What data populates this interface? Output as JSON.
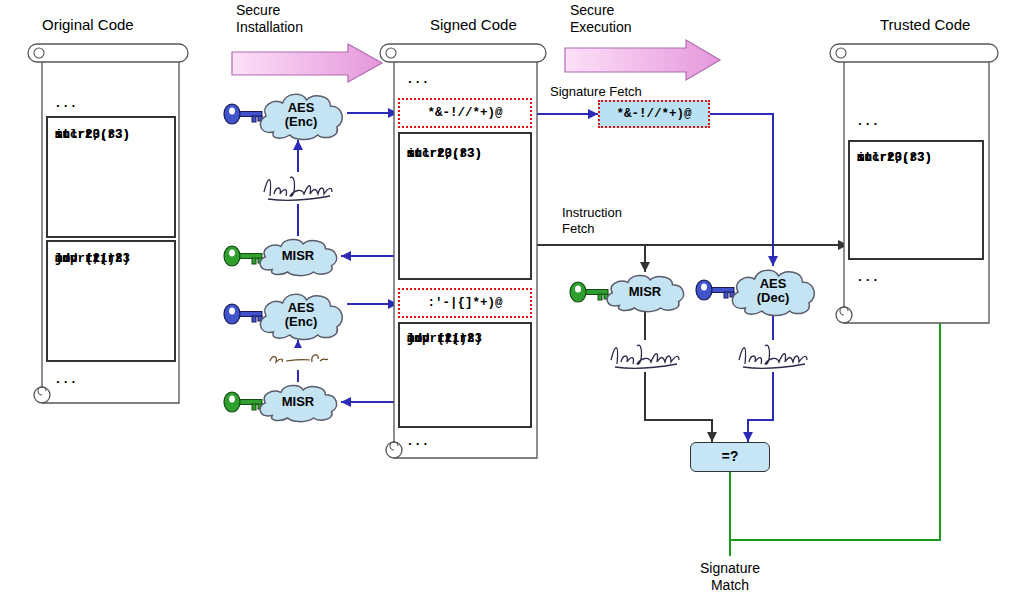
{
  "diagram": {
    "nodes": [
      {
        "text": [
          "Original Code",
          "...",
          "..."
        ]
      },
      {
        "text": [
          "inc r0",
          "st r2,(r3)",
          "mul r3,3",
          "st r2,(r3)"
        ],
        "in": 0
      },
      {
        "text": [
          "ld r1,(r3)",
          "add r1,r2",
          "jmp (r1)",
          "mov r2, r3"
        ],
        "in": 0
      },
      {
        "text": [
          "Signed Code",
          "...",
          "..."
        ]
      },
      {
        "text": [
          "*&-!//*+)@"
        ],
        "in": 3
      },
      {
        "text": [
          "inc r0",
          "st r2,(r3)",
          "mul r3,3",
          "st r2,(r3)"
        ],
        "in": 3
      },
      {
        "text": [
          ":'-|{]*+)@"
        ],
        "in": 3
      },
      {
        "text": [
          "ld r1,(r3)",
          "add r1,r2",
          "jmp (r1)",
          "mov r2, r3"
        ],
        "in": 3
      },
      {
        "text": [
          "Trusted Code",
          "...",
          "..."
        ]
      },
      {
        "text": [
          "inc r0",
          "st r2,(r3)",
          "mul r3,3",
          "st r2,(r3)"
        ],
        "in": 8
      },
      {
        "text": [
          "AES (Enc)"
        ]
      },
      {
        "text": [
          "MISR"
        ]
      },
      {
        "text": [
          "AES (Enc)"
        ]
      },
      {
        "text": [
          "MISR"
        ]
      },
      {
        "text": [
          "*&-!//*+)@"
        ]
      },
      {
        "text": [
          "MISR"
        ]
      },
      {
        "text": [
          "AES (Dec)"
        ]
      },
      {
        "text": [
          "=?"
        ]
      }
    ],
    "edges": [
      {
        "from": 5,
        "to": 11,
        "arrow": "to"
      },
      {
        "from": 11,
        "to": 10,
        "arrow": "to"
      },
      {
        "from": 10,
        "to": 4,
        "arrow": "to"
      },
      {
        "from": 7,
        "to": 13,
        "arrow": "to"
      },
      {
        "from": 13,
        "to": 12,
        "arrow": "to"
      },
      {
        "from": 12,
        "to": 6,
        "arrow": "to"
      },
      {
        "from": 4,
        "to": 14,
        "arrow": "to",
        "label": "Signature Fetch"
      },
      {
        "from": 5,
        "to": 9,
        "arrow": "to",
        "label": "Instruction Fetch"
      },
      {
        "from": 5,
        "to": 15,
        "arrow": "to"
      },
      {
        "from": 14,
        "to": 16,
        "arrow": "to"
      },
      {
        "from": 15,
        "to": 17,
        "arrow": "to"
      },
      {
        "from": 16,
        "to": 17,
        "arrow": "to"
      },
      {
        "from": 17,
        "to": 9,
        "arrow": "to"
      }
    ],
    "labels": [
      "Secure Installation",
      "Secure Execution",
      "Signature Match"
    ]
  }
}
